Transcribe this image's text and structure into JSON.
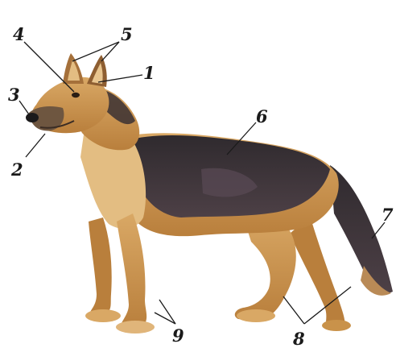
{
  "labels": [
    {
      "id": "1",
      "text": "1",
      "part": "ear base"
    },
    {
      "id": "2",
      "text": "2",
      "part": "muzzle"
    },
    {
      "id": "3",
      "text": "3",
      "part": "nose"
    },
    {
      "id": "4",
      "text": "4",
      "part": "eye"
    },
    {
      "id": "5",
      "text": "5",
      "part": "ears"
    },
    {
      "id": "6",
      "text": "6",
      "part": "back"
    },
    {
      "id": "7",
      "text": "7",
      "part": "tail"
    },
    {
      "id": "8",
      "text": "8",
      "part": "hind legs"
    },
    {
      "id": "9",
      "text": "9",
      "part": "front paws"
    }
  ],
  "colors": {
    "tan": "#c9924a",
    "light_tan": "#e3bd82",
    "dark_saddle": "#3a3033",
    "nose": "#1b1a1b",
    "line": "#1a1a1a",
    "background": "#ffffff"
  },
  "subject_icon": "german-shepherd-dog-illustration"
}
